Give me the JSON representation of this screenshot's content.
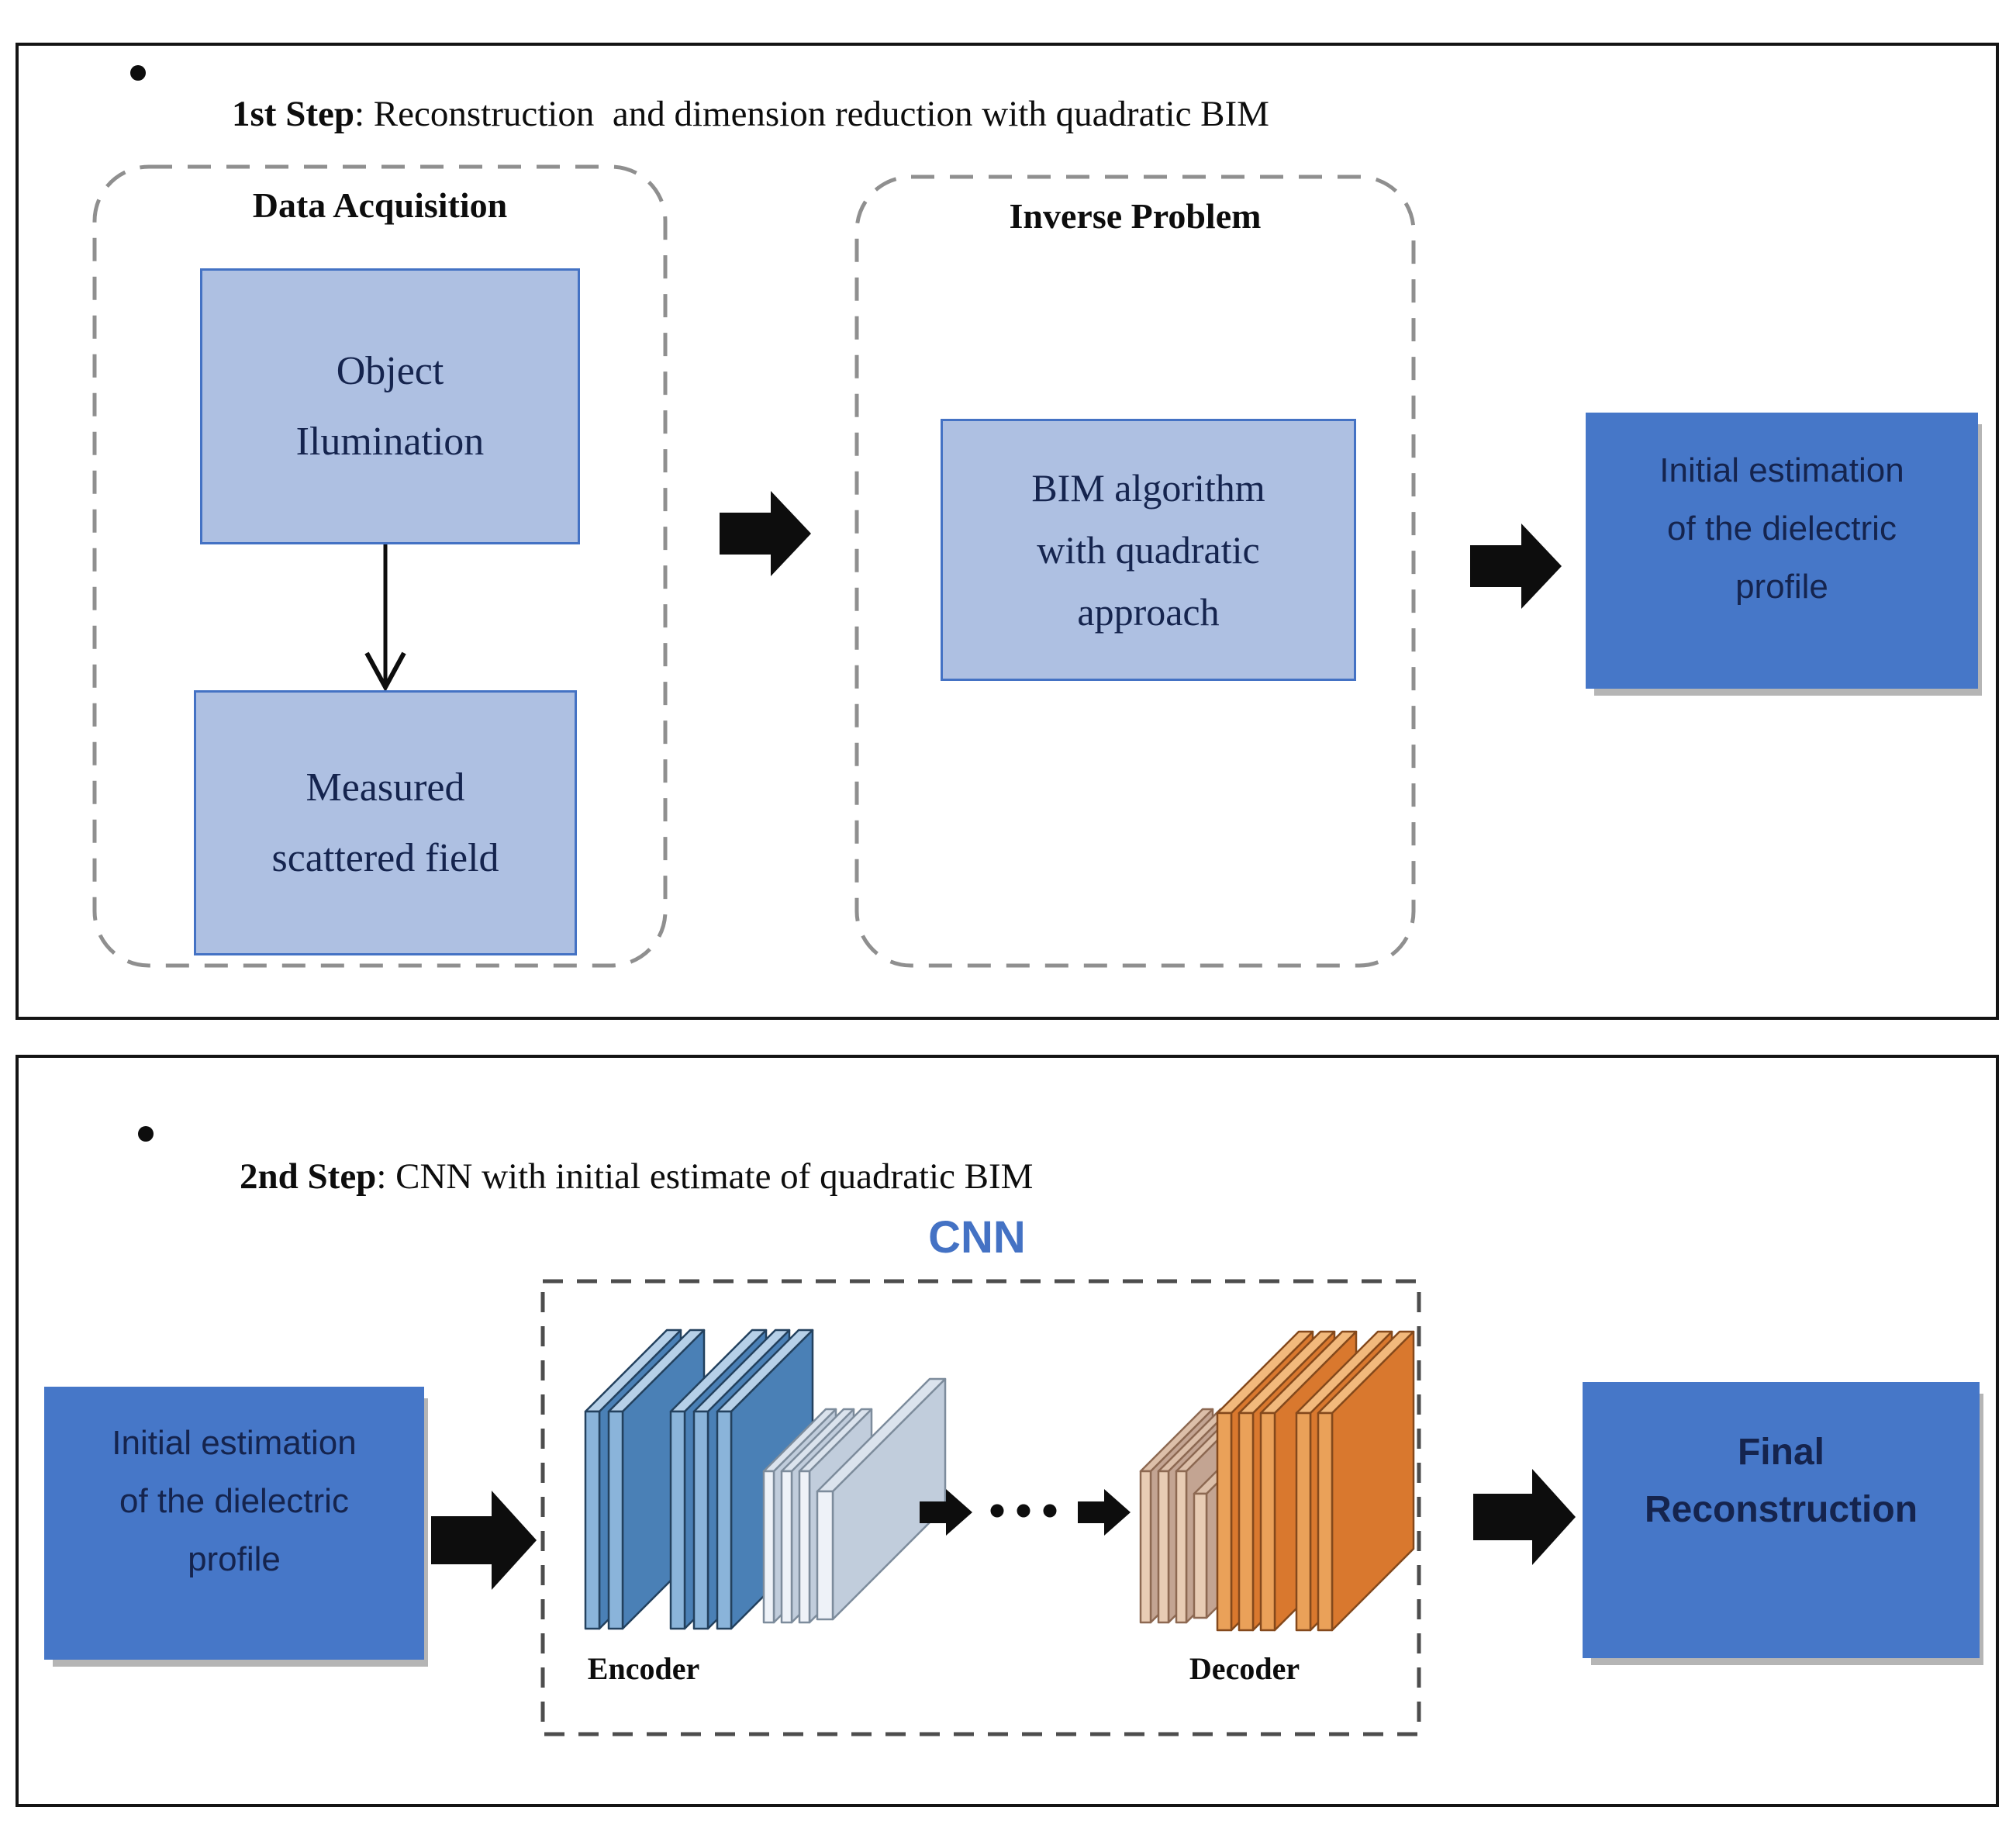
{
  "colors": {
    "panel_border": "#141414",
    "title_text": "#0d0d0d",
    "dashed_light": "#8f8f8f",
    "dashed_dark": "#4d4d4d",
    "periwinkle_fill": "#aec0e2",
    "periwinkle_border": "#4472c4",
    "blue_fill": "#4677c8",
    "navy_text": "#15244e",
    "shadow": "#b5b5b5",
    "cnn_blue": "#4472c4",
    "arrow_black": "#0d0d0d"
  },
  "step1": {
    "title": {
      "bold": "1st Step",
      "rest": ": Reconstruction  and dimension reduction with quadratic BIM"
    },
    "data_acquisition": {
      "label": "Data Acquisition",
      "object_box": [
        "Object",
        "Ilumination"
      ],
      "measured_box": [
        "Measured",
        "scattered field"
      ]
    },
    "inverse_problem": {
      "label": "Inverse Problem",
      "bim_box": [
        "BIM algorithm",
        "with quadratic",
        "approach"
      ]
    },
    "initial_estimation": [
      "Initial estimation",
      "of the dielectric",
      "profile"
    ]
  },
  "step2": {
    "title": {
      "bold": "2nd Step",
      "rest": ": CNN with initial estimate of quadratic BIM"
    },
    "cnn_label": "CNN",
    "initial_estimation": [
      "Initial estimation",
      "of the dielectric",
      "profile"
    ],
    "encoder_label": "Encoder",
    "decoder_label": "Decoder",
    "final_box": [
      "Final",
      "Reconstruction"
    ]
  },
  "cnn": {
    "palettes": {
      "blue": {
        "face": "#4a80b6",
        "strip": "#8ab4da",
        "top": "#b6d0e8",
        "stroke": "#23415e"
      },
      "light": {
        "face": "#c1cddc",
        "strip": "#eef2f8",
        "top": "#dbe3ed",
        "stroke": "#7d8c9c"
      },
      "tan": {
        "face": "#c3a492",
        "strip": "#e8ccb4",
        "top": "#dcbfa9",
        "stroke": "#8d6952"
      },
      "orange": {
        "face": "#d9782e",
        "strip": "#eaa159",
        "top": "#f2b97c",
        "stroke": "#84491c"
      }
    },
    "encoder_groups": [
      {
        "palette": "blue",
        "slabs": 2
      },
      {
        "palette": "blue",
        "slabs": 3
      },
      {
        "palette": "light",
        "slabs": 3
      },
      {
        "palette": "light",
        "slabs": 1,
        "plate": true
      }
    ],
    "decoder_groups": [
      {
        "palette": "tan",
        "slabs": 3
      },
      {
        "palette": "tan",
        "slabs": 1,
        "plate": true
      },
      {
        "palette": "orange",
        "slabs": 3
      },
      {
        "palette": "orange",
        "slabs": 2
      }
    ]
  }
}
